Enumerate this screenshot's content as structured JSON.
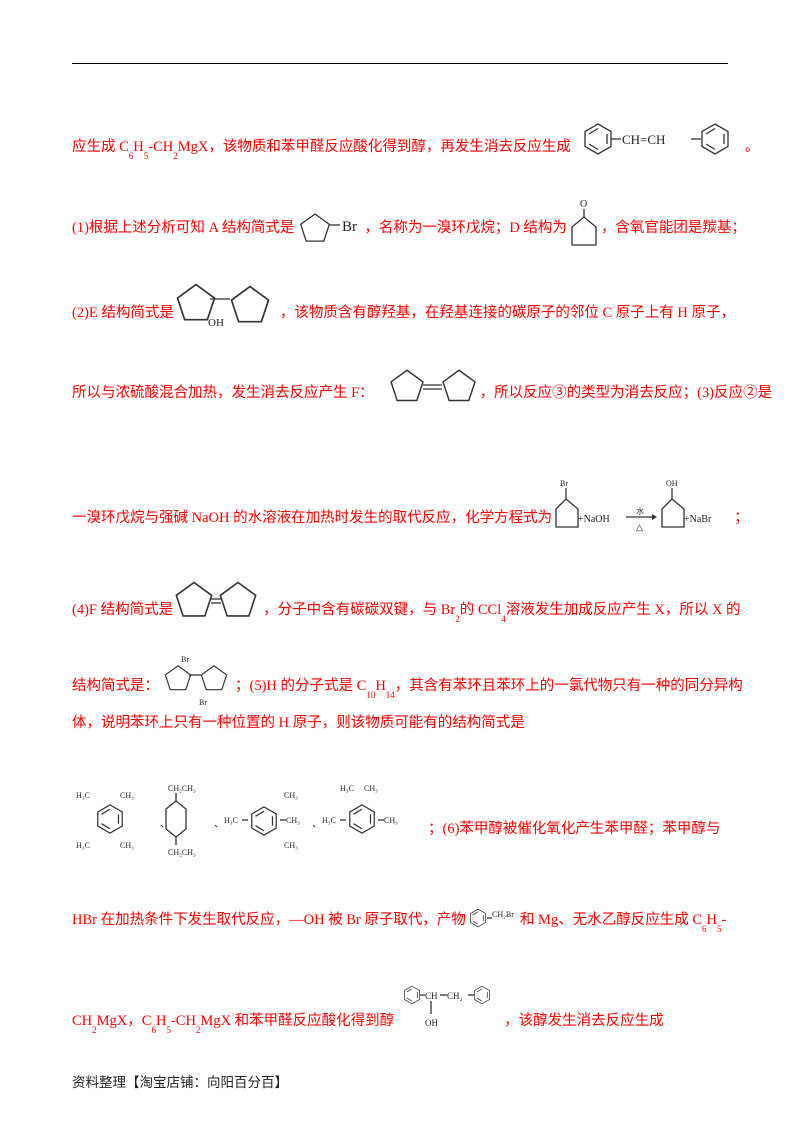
{
  "colors": {
    "text": "#ff0000",
    "rule": "#000000"
  },
  "l1": {
    "a": "应生成 C",
    "s1": "6",
    "b": "H",
    "s2": "5",
    "c": "-CH",
    "s3": "2",
    "d": "MgX，该物质和苯甲醛反应酸化得到醇，再发生消去反应生成",
    "mol": "CH=CH",
    "e": "。"
  },
  "l2": {
    "a": "(1)根据上述分析可知 A 结构简式是",
    "br": "Br",
    "b": "，名称为一溴环戊烷；D 结构为",
    "o": "O",
    "c": "，含氧官能团是羰基；"
  },
  "l3": {
    "a": "(2)E 结构简式是",
    "oh": "OH",
    "b": "，该物质含有醇羟基，在羟基连接的碳原子的邻位 C 原子上有 H 原子，"
  },
  "l4": {
    "a": "所以与浓硫酸混合加热，发生消去反应产生 F：",
    "b": "，所以反应③的类型为消去反应；(3)反应②是"
  },
  "l5": {
    "a": "一溴环戊烷与强碱 NaOH 的水溶液在加热时发生的取代反应，化学方程式为",
    "br": "Br",
    "naoh": "+NaOH",
    "water": "水",
    "heat": "△",
    "oh": "OH",
    "nabr": "+NaBr",
    "b": "；"
  },
  "l6": {
    "a": "(4)F 结构简式是",
    "b": "，分子中含有碳碳双键，与 Br",
    "s1": "2",
    "c": "的 CCl",
    "s2": "4",
    "d": "溶液发生加成反应产生 X，所以 X 的"
  },
  "l7": {
    "a": "结构简式是：",
    "br1": "Br",
    "br2": "Br",
    "b": "；(5)H 的分子式是 C",
    "s1": "10",
    "c": "H",
    "s2": "14",
    "d": "，其含有苯环且苯环上的一氯代物只有一种的同分异构"
  },
  "l8": {
    "a": "体，说明苯环上只有一种位置的 H 原子，则该物质可能有的结构简式是"
  },
  "l9": {
    "h3c": "H₃C",
    "ch3": "CH₃",
    "ch2ch3": "CH₂CH₃",
    "sep": "、",
    "b": "；(6)苯甲醇被催化氧化产生苯甲醛；苯甲醇与"
  },
  "l10": {
    "a": "HBr 在加热条件下发生取代反应，—OH 被 Br 原子取代，产物",
    "ch2br": "CH₂Br",
    "b": "和 Mg、无水乙醇反应生成 C",
    "s1": "6",
    "c": "H",
    "s2": "5",
    "d": "-"
  },
  "l11": {
    "a": "CH",
    "s1": "2",
    "b": "MgX，C",
    "s2": "6",
    "c": "H",
    "s3": "5",
    "d": "-CH",
    "s4": "2",
    "e": "MgX 和苯甲醛反应酸化得到醇",
    "ch": "CH",
    "ch2": "CH₂",
    "oh": "OH",
    "f": "，该醇发生消去反应生成"
  },
  "footer": "资料整理【淘宝店铺：向阳百分百】"
}
